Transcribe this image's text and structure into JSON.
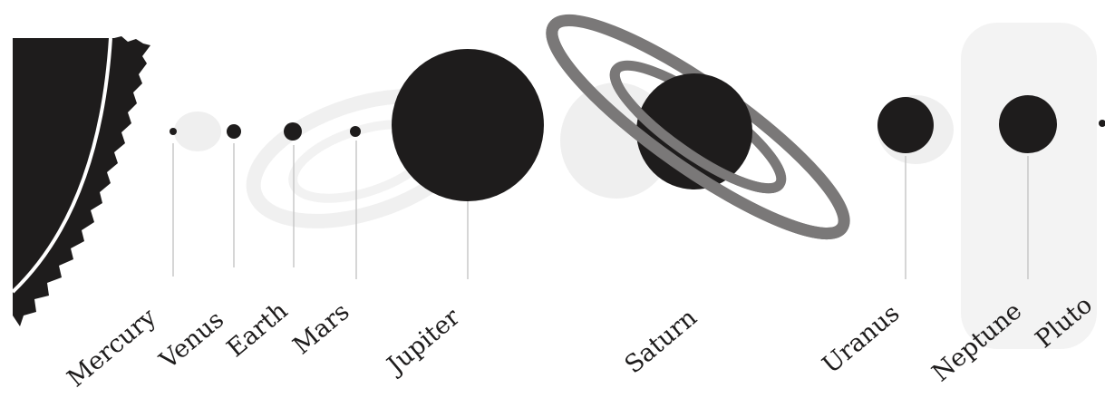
{
  "diagram": {
    "labels": {
      "mercury": "Mercury",
      "venus": "Venus",
      "earth": "Earth",
      "mars": "Mars",
      "jupiter": "Jupiter",
      "saturn": "Saturn",
      "uranus": "Uranus",
      "neptune": "Neptune",
      "pluto": "Pluto"
    },
    "colors": {
      "ink": "#1e1c1c",
      "ring": "#7a7878",
      "ghost": "#ececec",
      "leader": "#c8c8c8",
      "background": "#ffffff"
    }
  }
}
